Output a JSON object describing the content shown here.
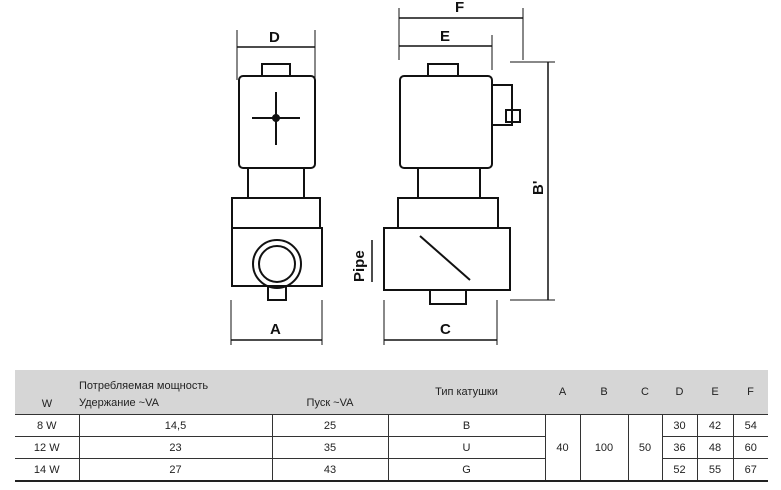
{
  "drawing": {
    "labels": {
      "d": "D",
      "a": "A",
      "f": "F",
      "e": "E",
      "c": "C",
      "b": "B'",
      "pipe": "Pipe"
    }
  },
  "table": {
    "headers": {
      "w": "W",
      "power": "Потребляемая мощность",
      "hold": "Удержание ~VA",
      "start": "Пуск ~VA",
      "coil": "Тип катушки",
      "a": "A",
      "b": "B",
      "c": "C",
      "d": "D",
      "e": "E",
      "f": "F"
    },
    "rows": [
      {
        "w": "8 W",
        "hold": "14,5",
        "start": "25",
        "coil": "B",
        "d": "30",
        "e": "42",
        "f": "54"
      },
      {
        "w": "12 W",
        "hold": "23",
        "start": "35",
        "coil": "U",
        "d": "36",
        "e": "48",
        "f": "60"
      },
      {
        "w": "14 W",
        "hold": "27",
        "start": "43",
        "coil": "G",
        "d": "52",
        "e": "55",
        "f": "67"
      }
    ],
    "shared": {
      "a": "40",
      "b": "100",
      "c": "50"
    }
  }
}
